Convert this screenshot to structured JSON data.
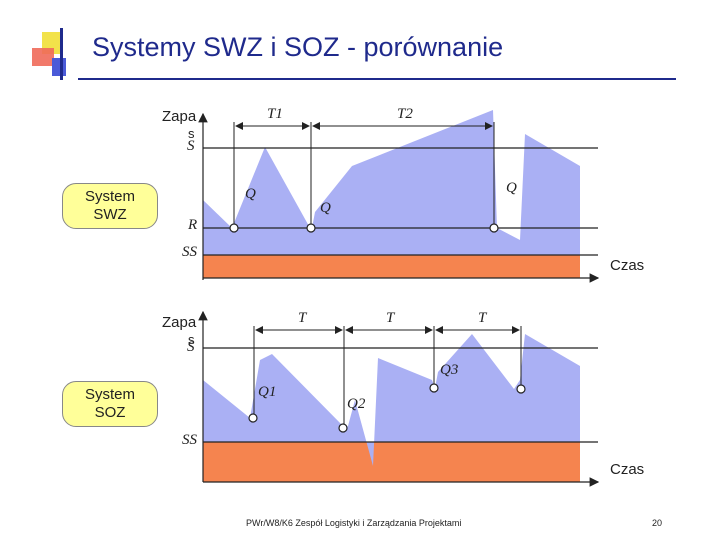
{
  "title": "Systemy SWZ i SOZ - porównanie",
  "colors": {
    "title": "#1f2a8c",
    "inventory_fill": "#aab0f4",
    "safety_stock_fill": "#f5844f",
    "box_fill": "#ffff99"
  },
  "swz": {
    "box_label": "System SWZ",
    "axis_label_line1": "Zapa",
    "axis_label_line2": "s",
    "level_S": "S",
    "level_R": "R",
    "level_SS": "SS",
    "t1": "T1",
    "t2": "T2",
    "q_labels": [
      "Q",
      "Q",
      "Q"
    ],
    "time_label": "Czas"
  },
  "soz": {
    "box_label": "System SOZ",
    "axis_label_line1": "Zapa",
    "axis_label_line2": "s",
    "level_S": "S",
    "level_SS": "SS",
    "t_labels": [
      "T",
      "T",
      "T"
    ],
    "q_labels": [
      "Q1",
      "Q2",
      "Q3"
    ],
    "time_label": "Czas"
  },
  "footer": {
    "text": "PWr/W8/K6 Zespół Logistyki i Zarządzania Projektami",
    "page": "20"
  }
}
